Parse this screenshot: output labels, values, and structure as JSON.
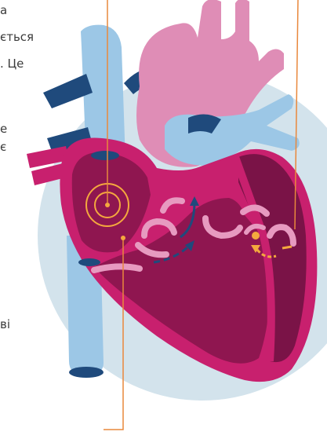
{
  "text_fragments": [
    "а",
    "ється",
    ". Це",
    "е",
    "є",
    "ві"
  ],
  "colors": {
    "background_circle": "#d3e3ec",
    "vein_blue": "#9cc7e6",
    "vein_shadow": "#7ab0da",
    "dark_blue": "#1f4a7c",
    "aorta_pink": "#df8db6",
    "heart_wall": "#c8206e",
    "heart_dark": "#7a1347",
    "heart_mid": "#8f1650",
    "valve_light": "#e79ac0",
    "leader_orange": "#e9883c",
    "node_orange": "#f4a83e"
  },
  "icons": [
    "sinoatrial-node-target",
    "flow-arrow-curved",
    "flow-arrow-dashed",
    "av-node-arrow"
  ]
}
